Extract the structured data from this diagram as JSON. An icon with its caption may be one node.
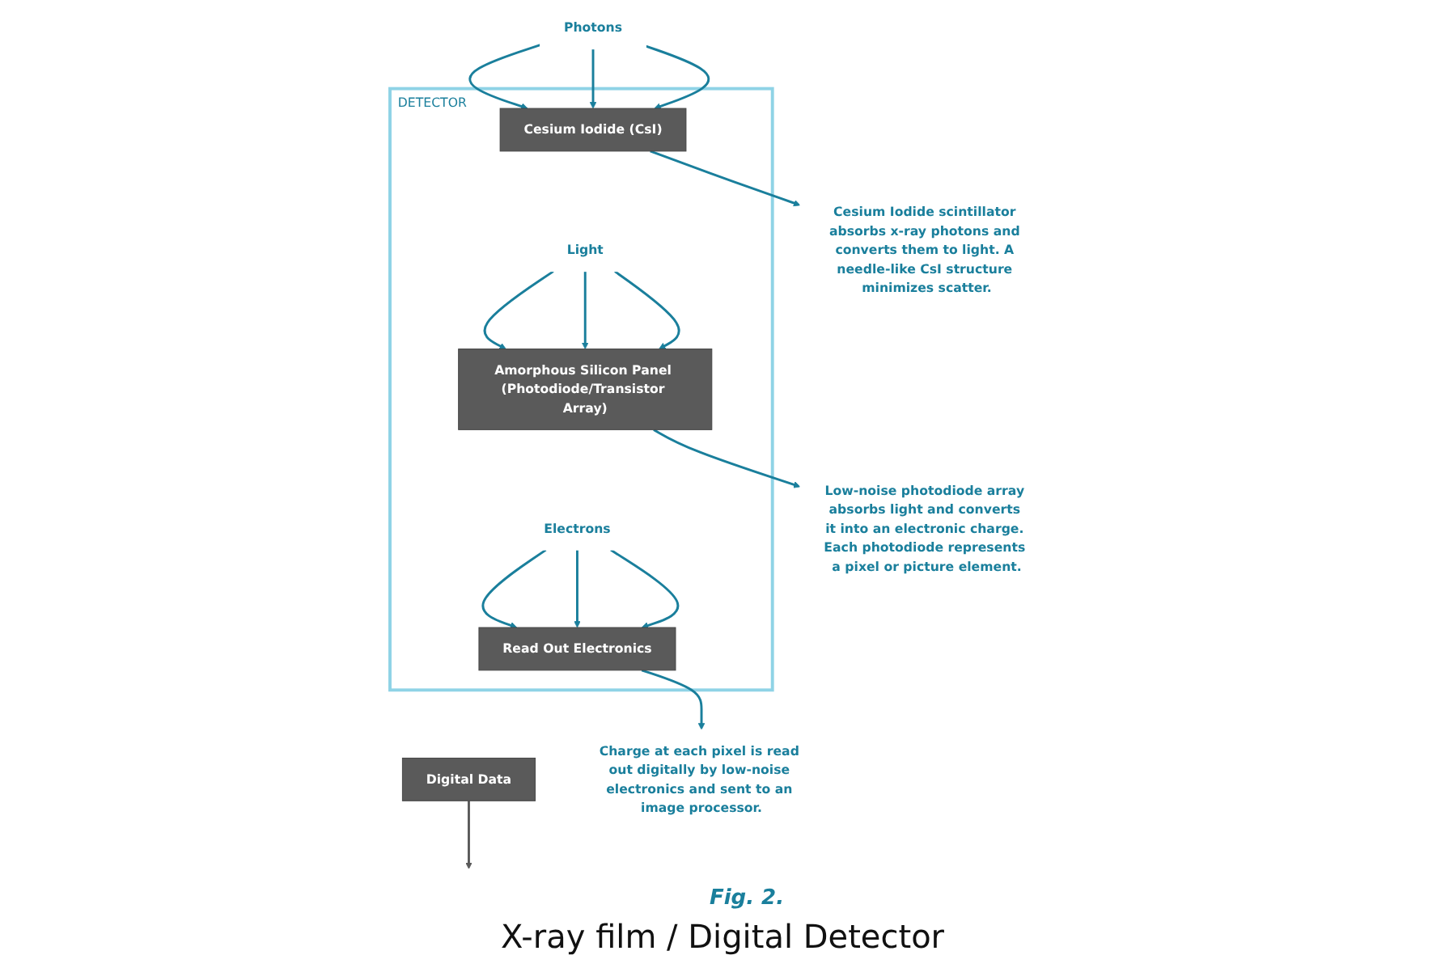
{
  "diagram": {
    "caption": "X-ray film / Digital Detector",
    "nodes": [
      {
        "text": [
          "DETECTOR"
        ]
      },
      {
        "text": [
          "Photons"
        ]
      },
      {
        "text": [
          "Cesium Iodide (CsI)"
        ],
        "in": 0
      },
      {
        "text": [
          "Light"
        ],
        "in": 0
      },
      {
        "text": [
          "Amorphous Silicon Panel (Photodiode/Transistor Array)"
        ],
        "in": 0
      },
      {
        "text": [
          "Electrons"
        ],
        "in": 0
      },
      {
        "text": [
          "Read Out Electronics"
        ],
        "in": 0
      },
      {
        "text": [
          "Digital Data"
        ]
      },
      {
        "text": [
          "Cesium Iodide scintillator absorbs x-ray photons and converts them to light. A needle-like CsI structure minimizes scatter."
        ]
      },
      {
        "text": [
          "Low-noise photodiode array absorbs light and converts it into an electronic charge. Each photodiode represents a pixel or picture element."
        ]
      },
      {
        "text": [
          "Charge at each pixel is read out digitally by low-noise electronics and sent to an image processor."
        ]
      }
    ],
    "edges": [
      {
        "from": 1,
        "to": 2,
        "arrow": "to"
      },
      {
        "from": 1,
        "to": 2,
        "arrow": "to"
      },
      {
        "from": 1,
        "to": 2,
        "arrow": "to"
      },
      {
        "from": 3,
        "to": 4,
        "arrow": "to"
      },
      {
        "from": 3,
        "to": 4,
        "arrow": "to"
      },
      {
        "from": 3,
        "to": 4,
        "arrow": "to"
      },
      {
        "from": 5,
        "to": 6,
        "arrow": "to"
      },
      {
        "from": 5,
        "to": 6,
        "arrow": "to"
      },
      {
        "from": 5,
        "to": 6,
        "arrow": "to"
      },
      {
        "from": 7,
        "to": null,
        "arrow": "to",
        "color": "#5a5a5a"
      },
      {
        "from": 2,
        "to": 8,
        "arrow": "to"
      },
      {
        "from": 4,
        "to": 9,
        "arrow": "to"
      },
      {
        "from": 6,
        "to": 10,
        "arrow": "to"
      }
    ],
    "labels": [
      "Fig. 2."
    ]
  }
}
